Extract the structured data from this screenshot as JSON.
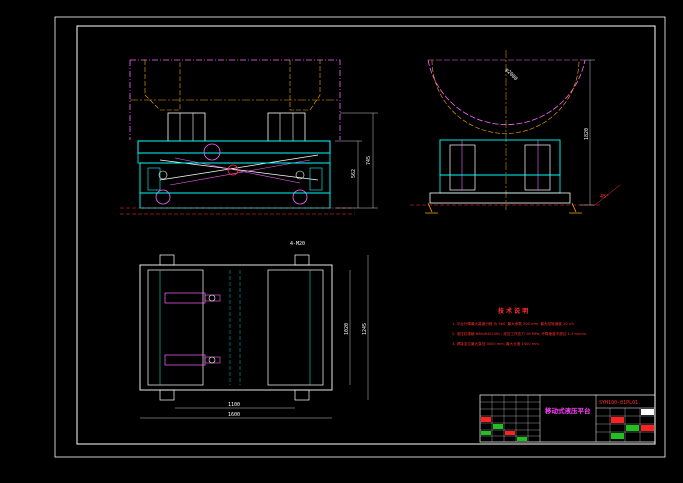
{
  "drawing": {
    "dimensions": {
      "front_height_1": "562",
      "front_height_2": "745",
      "side_height": "1820",
      "top_width_inner": "1100",
      "top_width_outer": "1600",
      "top_depth_inner": "1020",
      "top_depth_outer": "1245",
      "bolt_spec": "4-M20",
      "roller_dia": "φ2000",
      "angle": "45°"
    },
    "tech_notes": {
      "title": "技 术 说 明",
      "lines": [
        "1. 平台升降最大高度行程 为 560,  最大承载 300 mm, 最大回转速度 10 r/h.",
        "2. 液压缸规格 Φ80/Φ45/180 ; 液压工作压力 16 MPa;  升降速度不超过 1.5 m/min.",
        "3. 焊接变位最大直径 3000 mm,  最大长度 1400 mm."
      ]
    },
    "title_block": {
      "name": "移动式液压平台",
      "code": "SYH100-01PL01"
    }
  }
}
